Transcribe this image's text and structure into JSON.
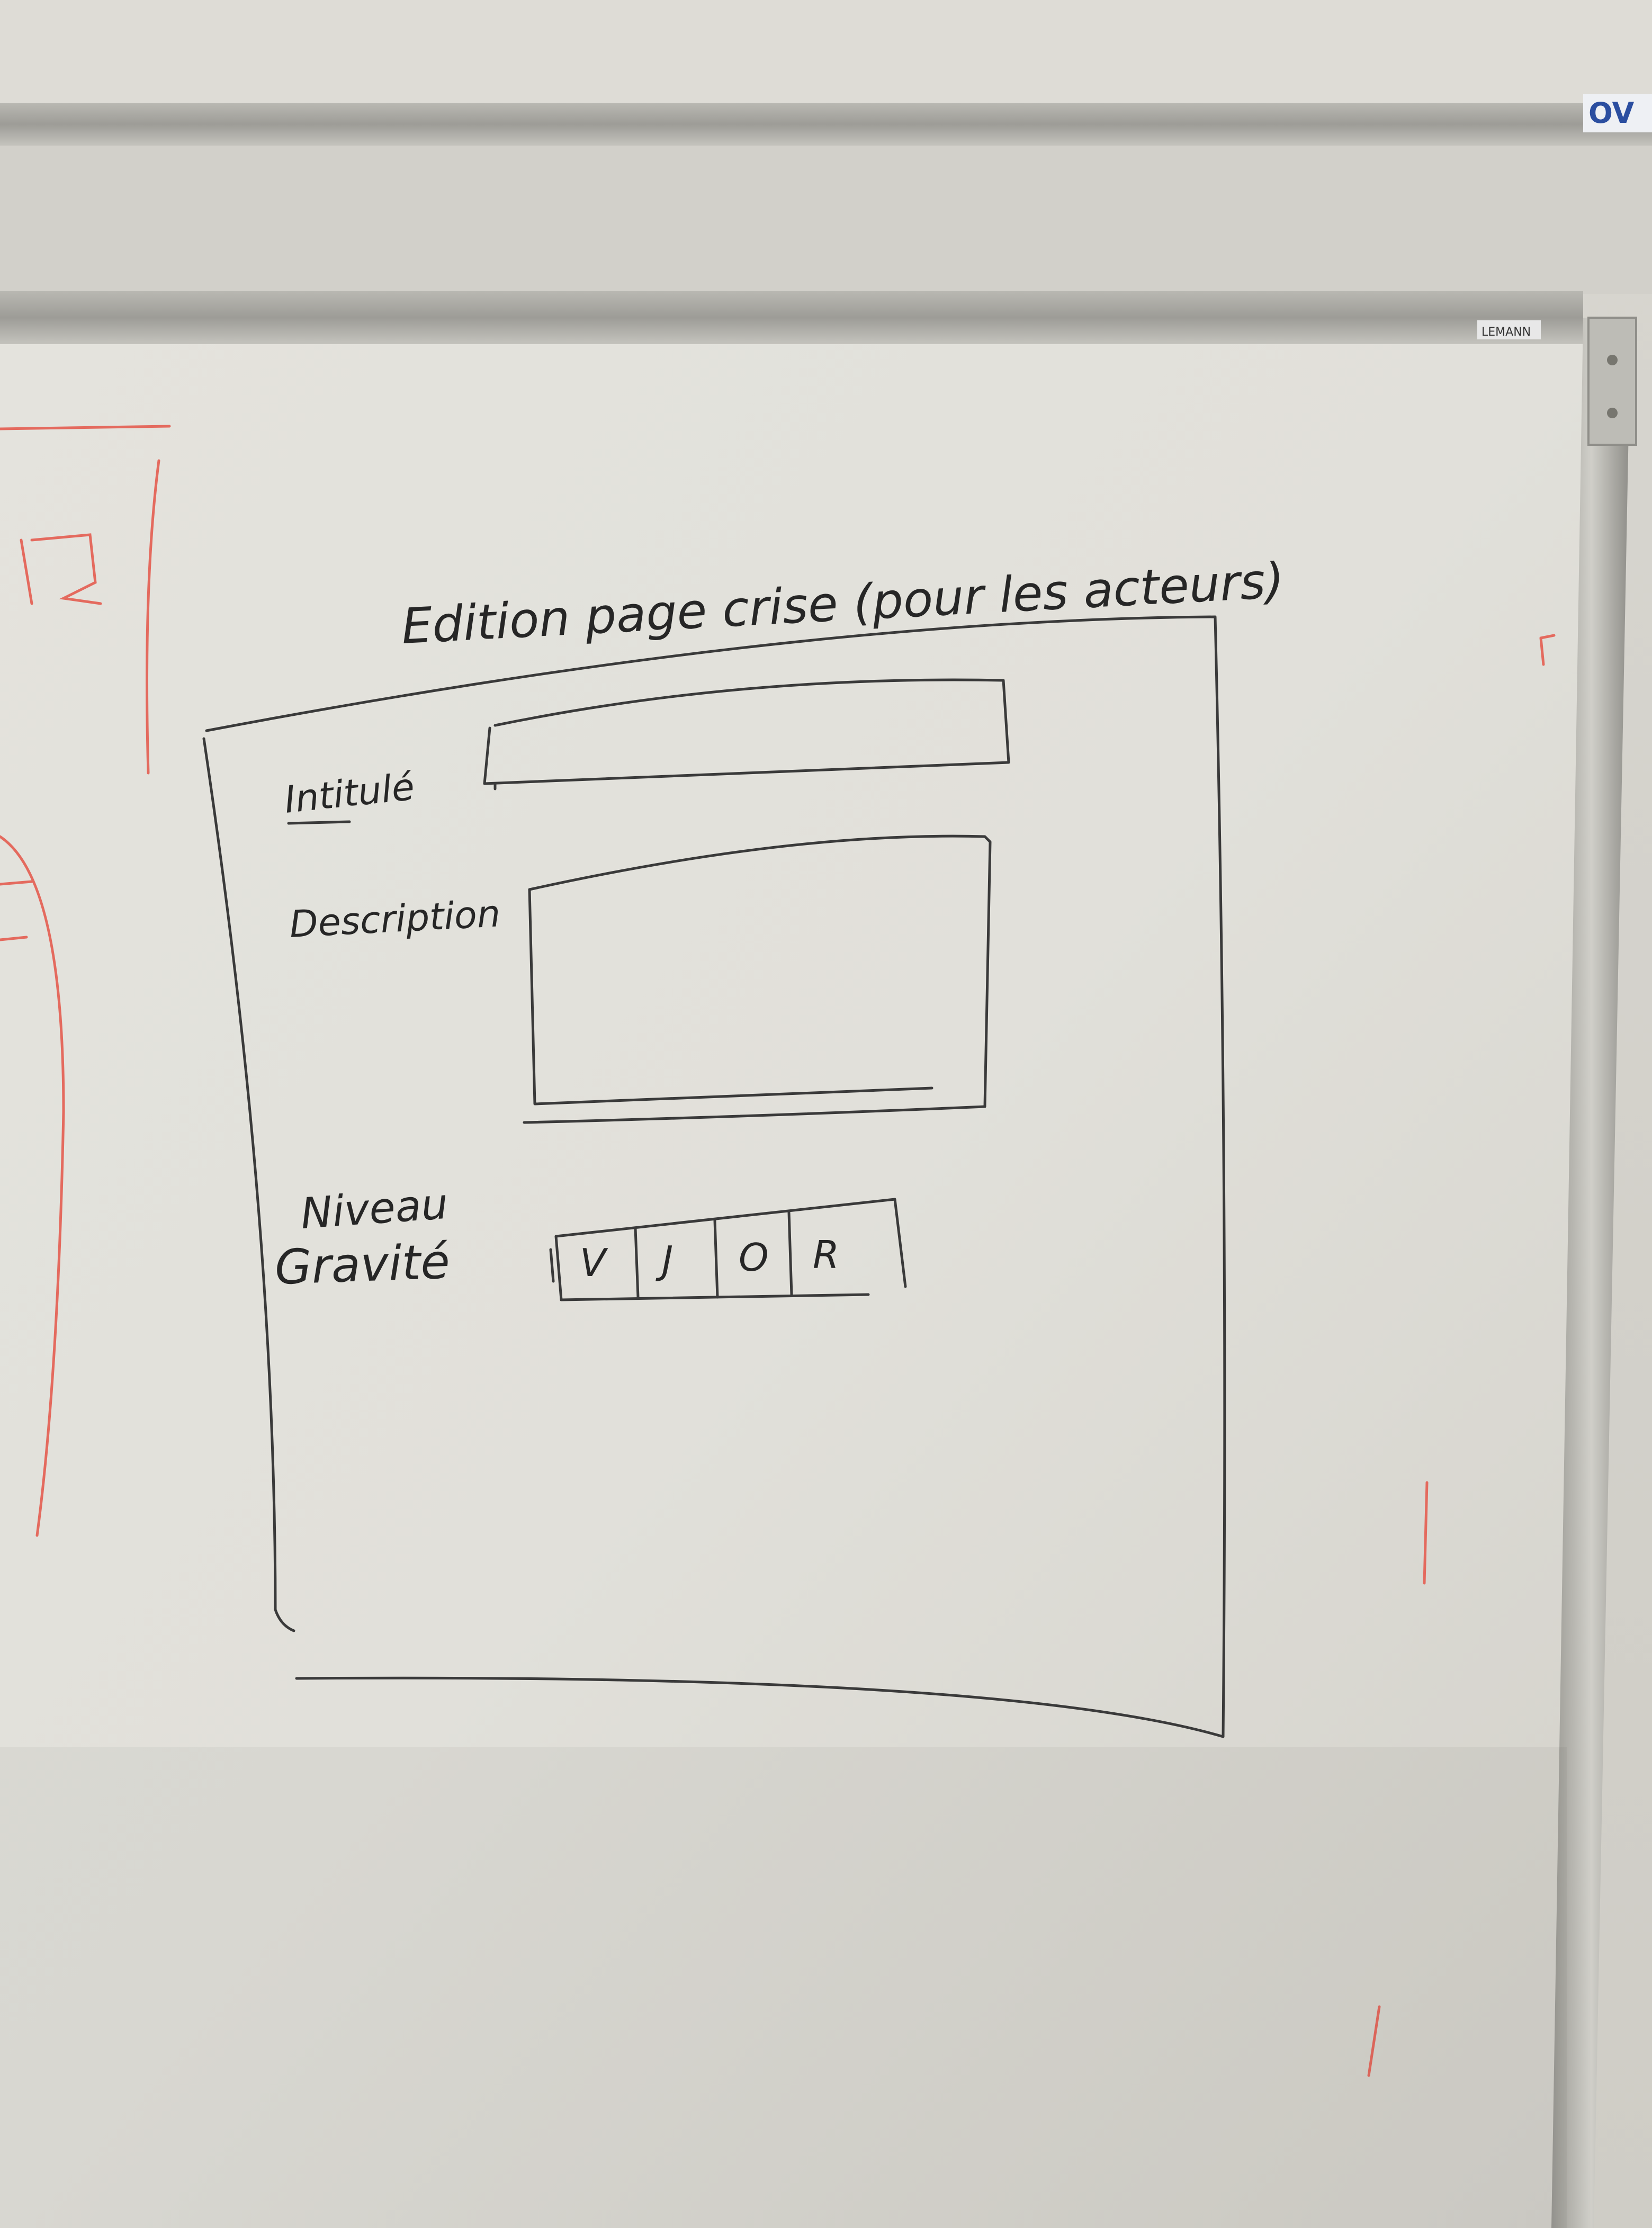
{
  "sketch": {
    "title": "Edition page crise (pour les acteurs)",
    "fields": {
      "intitule_label": "Intitulé",
      "description_label": "Description",
      "niveau_gravite_label_line1": "Niveau",
      "niveau_gravite_label_line2": "Gravité"
    },
    "severity_levels": [
      "V",
      "J",
      "O",
      "R"
    ],
    "ink_color": "#2a2a2a",
    "accent_marks_color": "#e05a4f"
  },
  "whiteboard_brand": "LEMANN"
}
